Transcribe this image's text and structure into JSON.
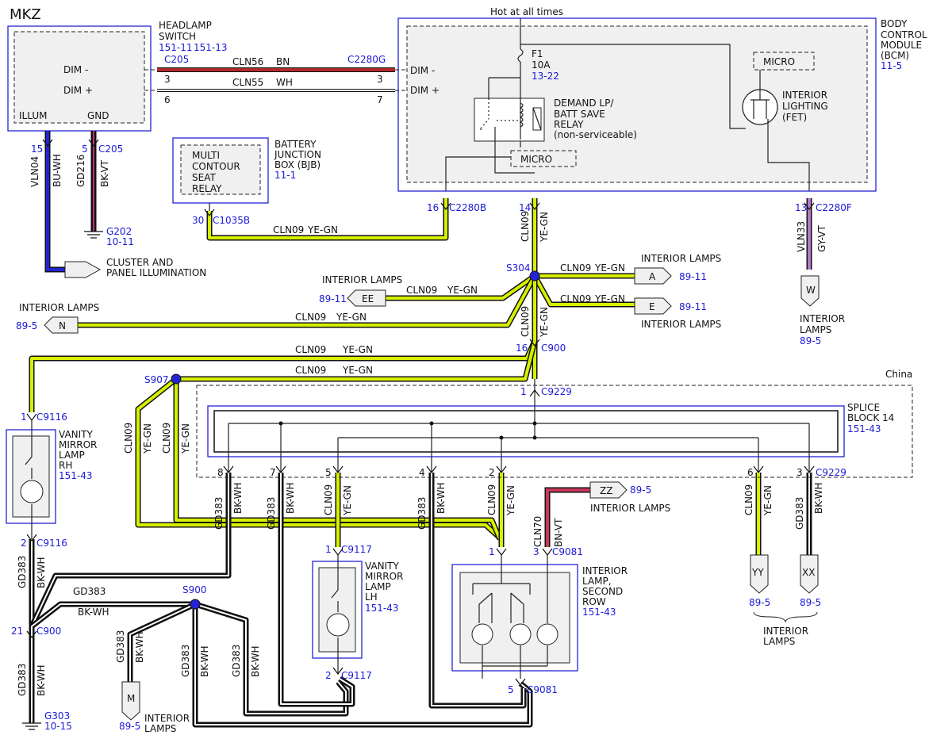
{
  "title": "MKZ",
  "hot": "Hot at all times",
  "china": "China",
  "headlamp": {
    "name": [
      "HEADLAMP",
      "SWITCH"
    ],
    "ref1": "151-11",
    "ref2": "151-13",
    "dim_minus": "DIM -",
    "dim_plus": "DIM +",
    "illum": "ILLUM",
    "gnd": "GND"
  },
  "bcm": {
    "name": [
      "BODY",
      "CONTROL",
      "MODULE",
      "(BCM)"
    ],
    "ref": "11-5",
    "dim_minus": "DIM -",
    "dim_plus": "DIM +",
    "fuse": "F1",
    "fuse_amp": "10A",
    "fuse_ref": "13-22",
    "relay": [
      "DEMAND LP/",
      "BATT SAVE",
      "RELAY",
      "(non-serviceable)"
    ],
    "micro": "MICRO",
    "interior": [
      "INTERIOR",
      "LIGHTING",
      "(FET)"
    ]
  },
  "bjb": {
    "name": [
      "BATTERY",
      "JUNCTION",
      "BOX (BJB)"
    ],
    "ref": "11-1",
    "relay": [
      "MULTI",
      "CONTOUR",
      "SEAT",
      "RELAY"
    ]
  },
  "splice": {
    "name": [
      "SPLICE",
      "BLOCK 14"
    ],
    "ref": "151-43"
  },
  "vanity_rh": {
    "name": [
      "VANITY",
      "MIRROR",
      "LAMP",
      "RH"
    ],
    "ref": "151-43"
  },
  "vanity_lh": {
    "name": [
      "VANITY",
      "MIRROR",
      "LAMP",
      "LH"
    ],
    "ref": "151-43"
  },
  "second_row": {
    "name": [
      "INTERIOR",
      "LAMP,",
      "SECOND",
      "ROW"
    ],
    "ref": "151-43"
  },
  "connectors": {
    "c205a": "C205",
    "c205b": "C205",
    "c2280g": "C2280G",
    "c2280b": "C2280B",
    "c2280f": "C2280F",
    "c1035b": "C1035B",
    "c900a": "C900",
    "c900b": "C900",
    "c9229a": "C9229",
    "c9229b": "C9229",
    "c9116a": "C9116",
    "c9116b": "C9116",
    "c9117a": "C9117",
    "c9117b": "C9117",
    "c9081a": "C9081",
    "c9081b": "C9081",
    "g202": "G202",
    "g202r": "10-11",
    "g303": "G303",
    "g303r": "10-15",
    "s304": "S304",
    "s907": "S907",
    "s900": "S900"
  },
  "pins": {
    "p3a": "3",
    "p6": "6",
    "p3b": "3",
    "p7": "7",
    "p15": "15",
    "p5a": "5",
    "p16a": "16",
    "p14": "14",
    "p13": "13",
    "p30": "30",
    "p16b": "16",
    "p1a": "1",
    "p1b": "1",
    "p8": "8",
    "p7b": "7",
    "p5b": "5",
    "p4": "4",
    "p2a": "2",
    "p6b": "6",
    "p3c": "3",
    "p2b": "2",
    "p1c": "1",
    "p1d": "1",
    "p3d": "3",
    "p21": "21",
    "p2c": "2",
    "p5c": "5"
  },
  "wires": {
    "cln56": "CLN56",
    "bn": "BN",
    "cln55": "CLN55",
    "wh": "WH",
    "cln09": "CLN09",
    "yegn": "YE-GN",
    "vln04": "VLN04",
    "buwh": "BU-WH",
    "gd216": "GD216",
    "bkvt": "BK-VT",
    "vln33": "VLN33",
    "gyvt": "GY-VT",
    "gd383": "GD383",
    "bkwh": "BK-WH",
    "cln70": "CLN70",
    "bnvt": "BN-VT"
  },
  "tags": {
    "a": "A",
    "e": "E",
    "ee": "EE",
    "n": "N",
    "w": "W",
    "zz": "ZZ",
    "yy": "YY",
    "xx": "XX",
    "m": "M",
    "ref8911": "89-11",
    "ref895": "89-5",
    "interior_lamps": "INTERIOR LAMPS",
    "interior": "INTERIOR",
    "lamps": "LAMPS",
    "cluster": [
      "CLUSTER AND",
      "PANEL ILLUMINATION"
    ]
  }
}
